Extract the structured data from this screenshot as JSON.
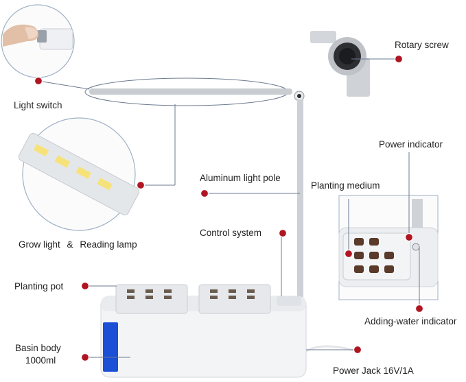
{
  "labels": {
    "light_switch": "Light switch",
    "rotary_screw": "Rotary screw",
    "power_indicator": "Power indicator",
    "aluminum_light_pole": "Aluminum light pole",
    "planting_medium": "Planting medium",
    "control_system": "Control system",
    "grow_light": "Grow light",
    "amp": "&",
    "reading_lamp": "Reading lamp",
    "planting_pot": "Planting pot",
    "adding_water_indicator": "Adding-water indicator",
    "basin_body": "Basin body",
    "basin_capacity": "1000ml",
    "power_jack": "Power Jack 16V/1A"
  },
  "colors": {
    "marker": "#b01522",
    "leader": "#6b7a8f",
    "device_white": "#f3f4f6",
    "blue_window": "#1a4fd6"
  }
}
